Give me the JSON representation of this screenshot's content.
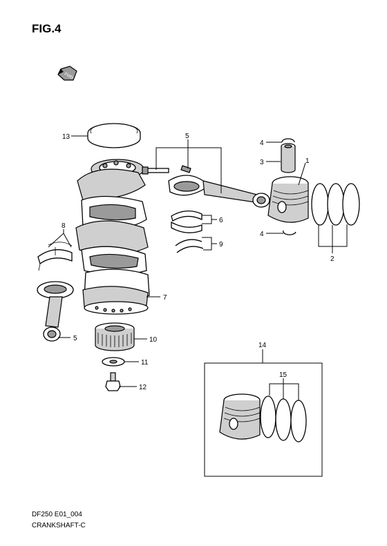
{
  "header": {
    "figure_title": "FIG.4"
  },
  "footer": {
    "model_code": "DF250 E01_004",
    "section_name": "CRANKSHAFT-C"
  },
  "fwd_icon": {
    "icon": "fwd-arrow-icon",
    "text": "FWD"
  },
  "callouts": [
    {
      "id": "c1",
      "number": "1"
    },
    {
      "id": "c2",
      "number": "2"
    },
    {
      "id": "c3",
      "number": "3"
    },
    {
      "id": "c4a",
      "number": "4"
    },
    {
      "id": "c4b",
      "number": "4"
    },
    {
      "id": "c5a",
      "number": "5"
    },
    {
      "id": "c5b",
      "number": "5"
    },
    {
      "id": "c6",
      "number": "6"
    },
    {
      "id": "c7",
      "number": "7"
    },
    {
      "id": "c8",
      "number": "8"
    },
    {
      "id": "c9",
      "number": "9"
    },
    {
      "id": "c10",
      "number": "10"
    },
    {
      "id": "c11",
      "number": "11"
    },
    {
      "id": "c12",
      "number": "12"
    },
    {
      "id": "c13",
      "number": "13"
    },
    {
      "id": "c14",
      "number": "14"
    },
    {
      "id": "c15",
      "number": "15"
    }
  ]
}
